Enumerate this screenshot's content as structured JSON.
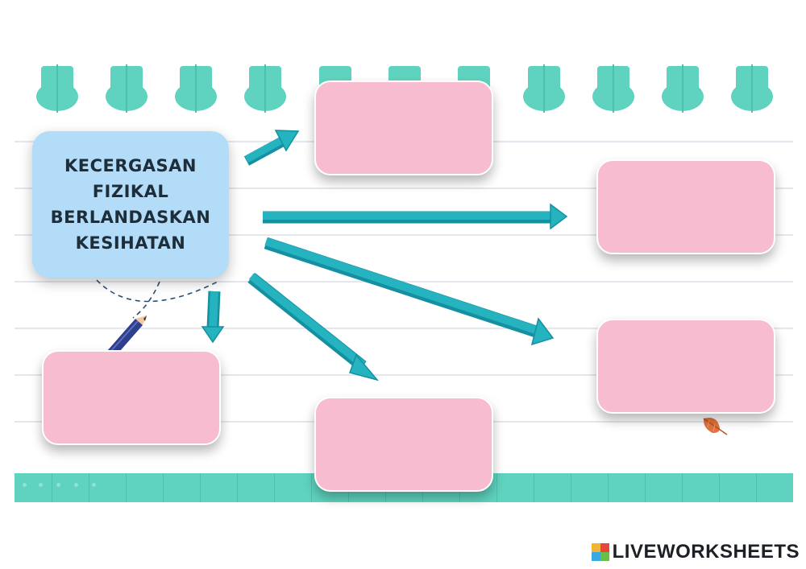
{
  "diagram": {
    "topic": {
      "lines": [
        "KECERGASAN",
        "FIZIKAL",
        "BERLANDASKAN",
        "KESIHATAN"
      ]
    },
    "answer_boxes": [
      {
        "value": ""
      },
      {
        "value": ""
      },
      {
        "value": ""
      },
      {
        "value": ""
      },
      {
        "value": ""
      }
    ]
  },
  "colors": {
    "topic_box": "#b3dcf8",
    "answer_box": "#f8bcd1",
    "arrow": "#1ea7b5",
    "accent_teal": "#5fd3bf"
  },
  "icons": [
    "pencil-icon",
    "leaf-icon",
    "liveworksheets-logo-icon"
  ],
  "brand": {
    "name": "LIVEWORKSHEETS"
  }
}
